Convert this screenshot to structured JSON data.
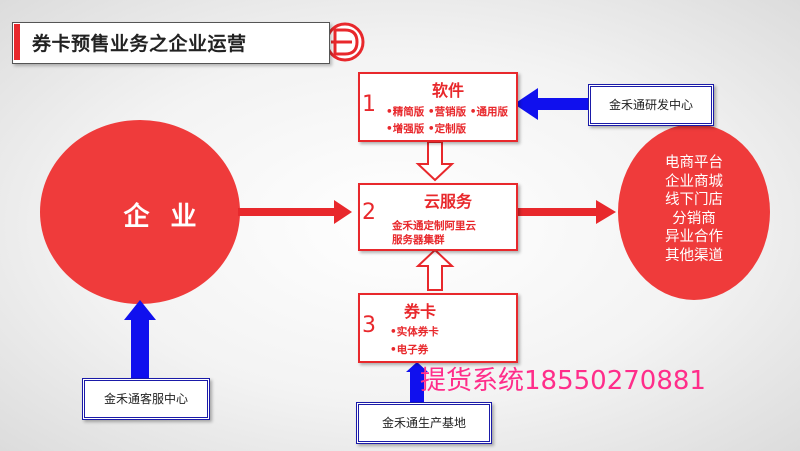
{
  "title": "券卡预售业务之企业运营",
  "enterprise": "企 业",
  "steps": [
    {
      "number": "1",
      "title": "软件",
      "lines": [
        "•精简版  •营销版  •通用版",
        "•增强版  •定制版"
      ]
    },
    {
      "number": "2",
      "title": "云服务",
      "lines": [
        "金禾通定制阿里云",
        "服务器集群"
      ]
    },
    {
      "number": "3",
      "title": "券卡",
      "lines": [
        "•实体券卡",
        "•电子券"
      ]
    }
  ],
  "support_boxes": {
    "rnd": "金禾通研发中心",
    "service": "金禾通客服中心",
    "production": "金禾通生产基地"
  },
  "channels": [
    "电商平台",
    "企业商城",
    "线下门店",
    "分销商",
    "异业合作",
    "其他渠道"
  ],
  "watermark": "提货系统18550270881",
  "colors": {
    "red": "#e8282c",
    "blue": "#1010ee",
    "circle": "#ef3b3b"
  }
}
